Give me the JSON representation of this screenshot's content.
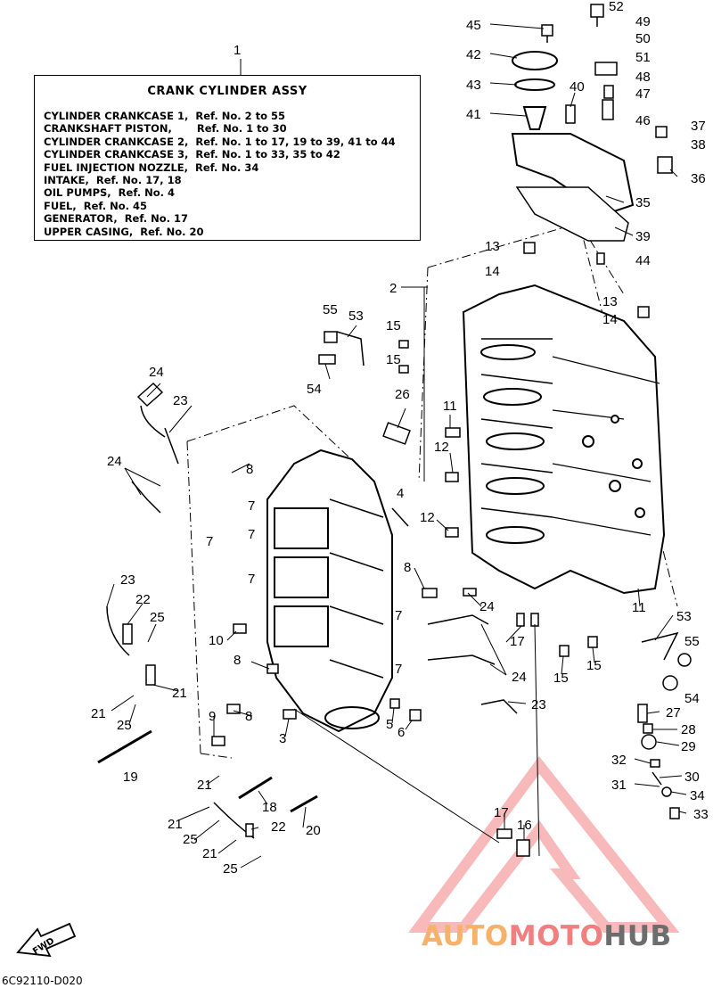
{
  "assembly": {
    "ref_no": "1",
    "title": "CRANK CYLINDER ASSY",
    "lines": [
      "CYLINDER CRANKCASE 1,  Ref. No. 2 to 55",
      "CRANKSHAFT PISTON,       Ref. No. 1 to 30",
      "CYLINDER CRANKCASE 2,  Ref. No. 1 to 17, 19 to 39, 41 to 44",
      "CYLINDER CRANKCASE 3,  Ref. No. 1 to 33, 35 to 42",
      "FUEL INJECTION NOZZLE,  Ref. No. 34",
      "INTAKE,  Ref. No. 17, 18",
      "OIL PUMPS,  Ref. No. 4",
      "FUEL,  Ref. No. 45",
      "GENERATOR,  Ref. No. 17",
      "UPPER CASING,  Ref. No. 20"
    ]
  },
  "callouts": [
    "52",
    "49",
    "50",
    "51",
    "48",
    "47",
    "46",
    "45",
    "42",
    "43",
    "41",
    "40",
    "37",
    "38",
    "36",
    "35",
    "39",
    "44",
    "13",
    "14",
    "2",
    "13",
    "14",
    "55",
    "53",
    "15",
    "15",
    "54",
    "26",
    "11",
    "12",
    "24",
    "23",
    "8",
    "24",
    "7",
    "7",
    "7",
    "7",
    "4",
    "12",
    "8",
    "23",
    "22",
    "25",
    "10",
    "8",
    "9",
    "8",
    "3",
    "21",
    "21",
    "25",
    "19",
    "5",
    "6",
    "24",
    "7",
    "7",
    "24",
    "17",
    "15",
    "15",
    "11",
    "53",
    "55",
    "54",
    "23",
    "27",
    "28",
    "29",
    "32",
    "30",
    "31",
    "34",
    "33",
    "21",
    "18",
    "20",
    "21",
    "25",
    "22",
    "21",
    "25",
    "17",
    "16"
  ],
  "fwd_label": "FWD",
  "diagram_code": "6C92110-D020",
  "watermark": {
    "part_a": "AUTO",
    "part_b": "MOTO",
    "part_c": "HUB",
    "color_a": "#f6b26b",
    "color_b": "#f08080",
    "color_c": "#6d6d6d"
  }
}
